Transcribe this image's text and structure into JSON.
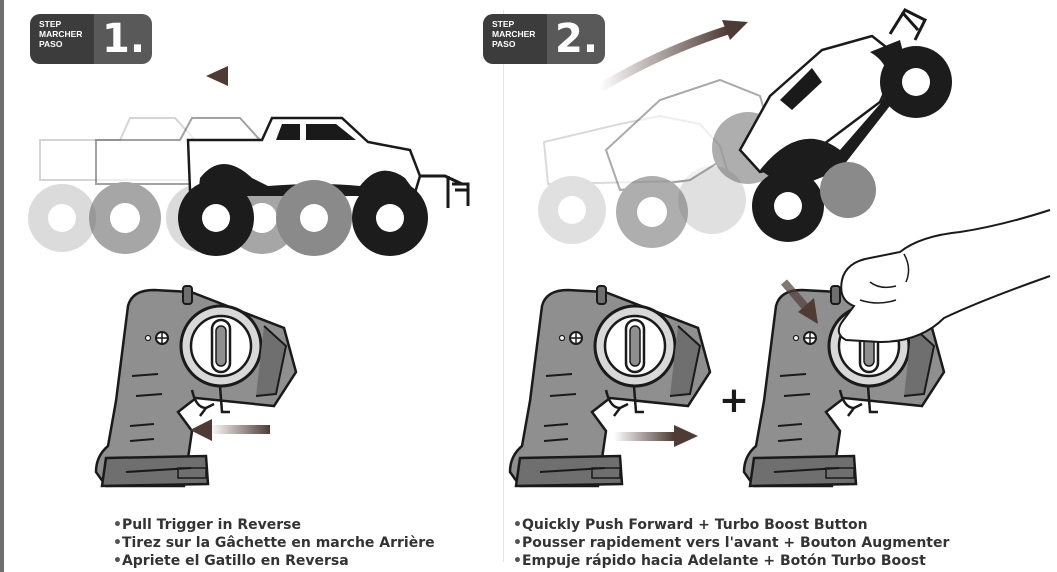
{
  "step1": {
    "badge_words": [
      "STEP",
      "MARCHER",
      "PASO"
    ],
    "badge_number": "1.",
    "instructions": [
      "Pull Trigger in Reverse",
      "Tirez sur la Gâchette en marche Arrière",
      "Apriete el Gatillo en Reversa"
    ]
  },
  "step2": {
    "badge_words": [
      "STEP",
      "MARCHER",
      "PASO"
    ],
    "badge_number": "2.",
    "plus_sign": "+",
    "instructions": [
      "Quickly Push Forward + Turbo Boost Button",
      "Pousser rapidement vers l'avant + Bouton Augmenter",
      "Empuje rápido hacia Adelante + Botón Turbo Boost"
    ]
  },
  "colors": {
    "badge_dark": "#3c3c3c",
    "badge_light": "#595959",
    "wheel_black": "#1c1c1c",
    "remote_gray": "#8f8f8f",
    "arrow_brown": "#5e4a44"
  },
  "icons": [
    "truck-illustration",
    "remote-control-illustration",
    "motion-arrow-icon",
    "hand-illustration",
    "plus-icon"
  ]
}
